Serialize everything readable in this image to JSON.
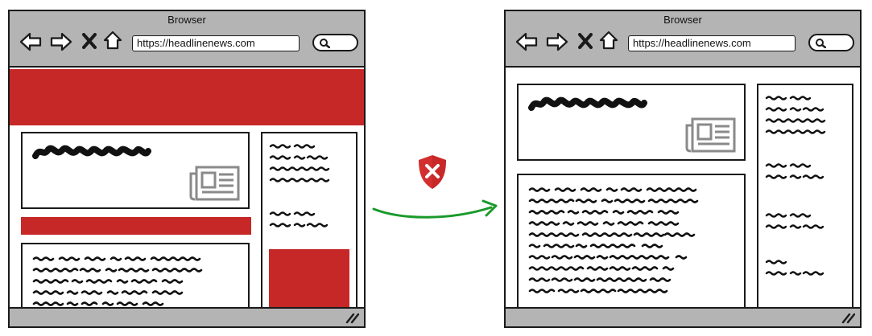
{
  "browser_before": {
    "title": "Browser",
    "url": "https://headlinenews.com",
    "has_ads": true
  },
  "browser_after": {
    "title": "Browser",
    "url": "https://headlinenews.com",
    "has_ads": false
  },
  "colors": {
    "ad": "#c62828",
    "arrow": "#1a9a2a",
    "blocked_badge": "#d32f2f",
    "chrome": "#b4b4b4"
  },
  "icons": [
    "back-arrow-icon",
    "forward-arrow-icon",
    "close-x-icon",
    "home-icon",
    "search-magnifier-icon",
    "newspaper-icon",
    "resize-grip-icon",
    "ad-block-shield-icon",
    "transition-arrow-icon"
  ]
}
